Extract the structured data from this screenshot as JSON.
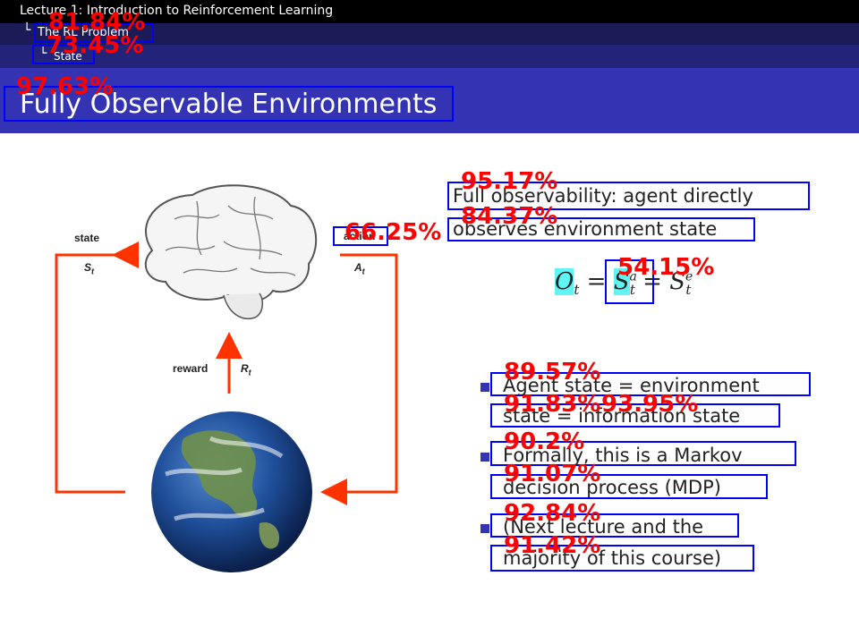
{
  "header": {
    "lecture": "Lecture 1: Introduction to Reinforcement Learning",
    "section": "The RL Problem",
    "subsection": "State",
    "title": "Fully Observable Environments"
  },
  "diagram": {
    "state_label": "state",
    "state_symbol": "S",
    "state_sub": "t",
    "action_label": "action",
    "action_symbol": "A",
    "action_sub": "t",
    "reward_label": "reward",
    "reward_symbol": "R",
    "reward_sub": "t"
  },
  "content": {
    "line1": "Full observability: agent directly",
    "line2": "observes environment state",
    "equation": "O_t = S_t^a = S_t^e",
    "bullets": [
      [
        "Agent state = environment",
        "state = information state"
      ],
      [
        "Formally, this is a Markov",
        "decision process (MDP)"
      ],
      [
        "(Next lecture and the",
        "majority of this course)"
      ]
    ]
  },
  "scores": {
    "s1": "81.84%",
    "s2": "73.45%",
    "s3": "97.63%",
    "s4": "95.17%",
    "s5": "84.37%",
    "s6": "66.25%",
    "s7": "54.15%",
    "s8": "89.57%",
    "s9": "91.83%",
    "s10": "93.95%",
    "s11": "90.2%",
    "s12": "91.07%",
    "s13": "92.84%",
    "s14": "91.42%"
  },
  "colors": {
    "header_dark": "#000000",
    "header_mid": "#23237a",
    "title_bar": "#3333b3",
    "arrow": "#ff3300",
    "box": "#0000ff",
    "score": "#ff0000",
    "highlight": "#5ff5f5"
  }
}
